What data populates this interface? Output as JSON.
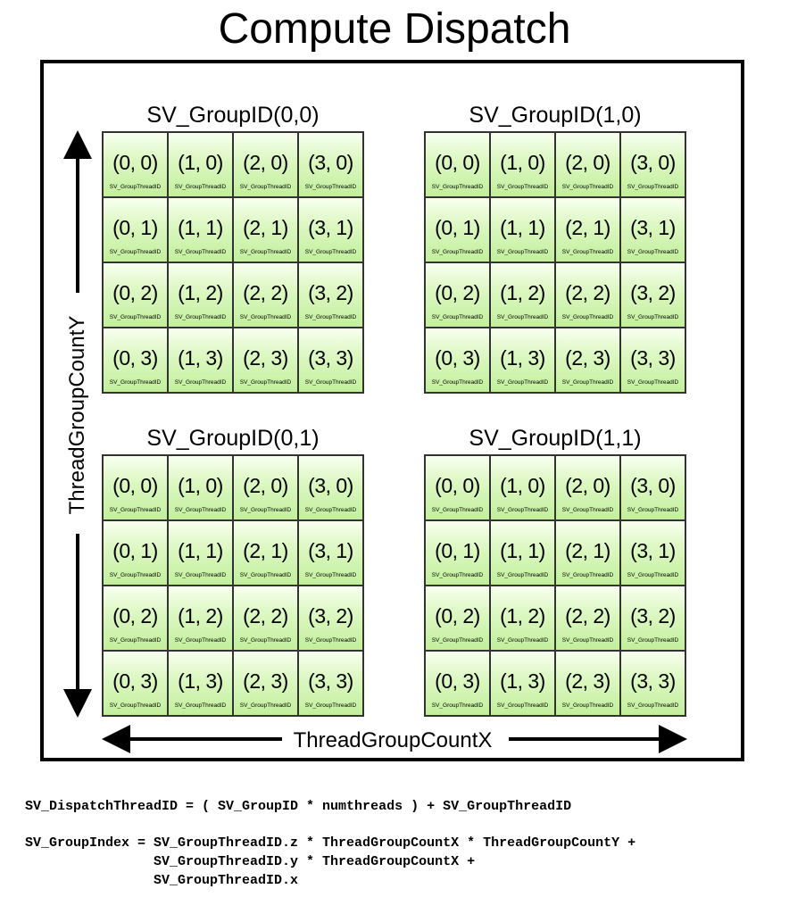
{
  "title": "Compute Dispatch",
  "axes": {
    "y_label": "ThreadGroupCountY",
    "x_label": "ThreadGroupCountX"
  },
  "cell_sublabel": "SV_GroupThreadID",
  "groups": [
    {
      "label": "SV_GroupID(0,0)",
      "cells": [
        "(0, 0)",
        "(1, 0)",
        "(2, 0)",
        "(3, 0)",
        "(0, 1)",
        "(1, 1)",
        "(2, 1)",
        "(3, 1)",
        "(0, 2)",
        "(1, 2)",
        "(2, 2)",
        "(3, 2)",
        "(0, 3)",
        "(1, 3)",
        "(2, 3)",
        "(3, 3)"
      ]
    },
    {
      "label": "SV_GroupID(1,0)",
      "cells": [
        "(0, 0)",
        "(1, 0)",
        "(2, 0)",
        "(3, 0)",
        "(0, 1)",
        "(1, 1)",
        "(2, 1)",
        "(3, 1)",
        "(0, 2)",
        "(1, 2)",
        "(2, 2)",
        "(3, 2)",
        "(0, 3)",
        "(1, 3)",
        "(2, 3)",
        "(3, 3)"
      ]
    },
    {
      "label": "SV_GroupID(0,1)",
      "cells": [
        "(0, 0)",
        "(1, 0)",
        "(2, 0)",
        "(3, 0)",
        "(0, 1)",
        "(1, 1)",
        "(2, 1)",
        "(3, 1)",
        "(0, 2)",
        "(1, 2)",
        "(2, 2)",
        "(3, 2)",
        "(0, 3)",
        "(1, 3)",
        "(2, 3)",
        "(3, 3)"
      ]
    },
    {
      "label": "SV_GroupID(1,1)",
      "cells": [
        "(0, 0)",
        "(1, 0)",
        "(2, 0)",
        "(3, 0)",
        "(0, 1)",
        "(1, 1)",
        "(2, 1)",
        "(3, 1)",
        "(0, 2)",
        "(1, 2)",
        "(2, 2)",
        "(3, 2)",
        "(0, 3)",
        "(1, 3)",
        "(2, 3)",
        "(3, 3)"
      ]
    }
  ],
  "formulas": {
    "dispatch_thread_id": "SV_DispatchThreadID = ( SV_GroupID * numthreads ) + SV_GroupThreadID",
    "group_index": "SV_GroupIndex = SV_GroupThreadID.z * ThreadGroupCountX * ThreadGroupCountY +\n                SV_GroupThreadID.y * ThreadGroupCountX +\n                SV_GroupThreadID.x"
  }
}
